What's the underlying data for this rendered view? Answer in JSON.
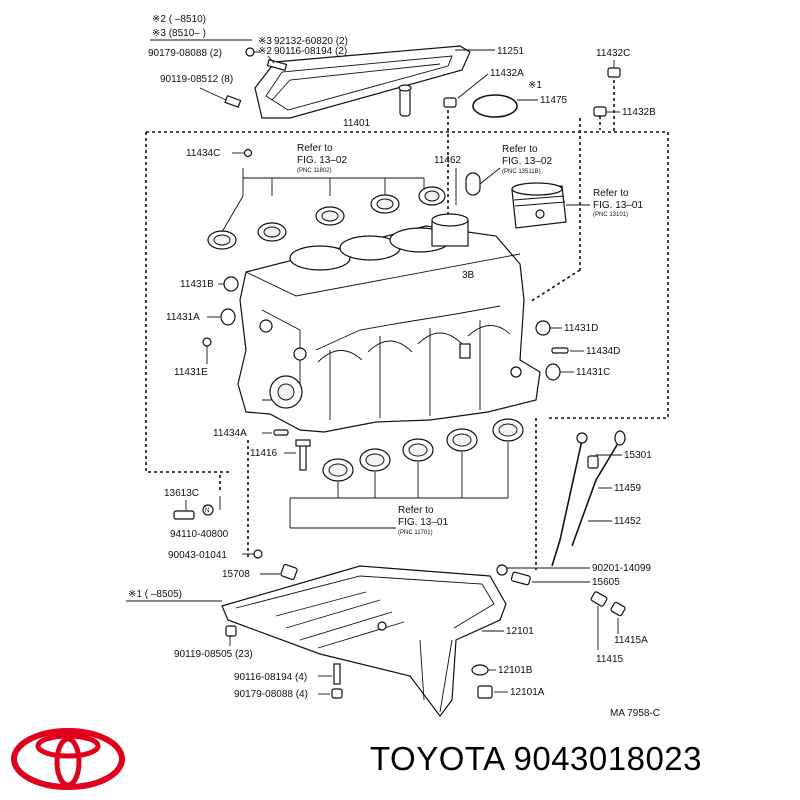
{
  "footer": {
    "brand": "TOYOTA",
    "part_number": "9043018023"
  },
  "notes": {
    "n2_range": "※2 (        –8510)",
    "n3_range": "※3 (8510–        )",
    "n1_range": "※1 (        –8505)",
    "n1_mark": "※1",
    "n2_mark": "※2",
    "n3_mark": "※3"
  },
  "labels": {
    "p92132_60820": "92132-60820 (2)",
    "p90116_08194_2": "90116-08194 (2)",
    "p90179_08088_2": "90179-08088 (2)",
    "p90119_08512": "90119-08512 (8)",
    "p11251": "11251",
    "p11432C": "11432C",
    "p11432A": "11432A",
    "p11475": "11475",
    "p11432B": "11432B",
    "p11401": "11401",
    "p11434C": "11434C",
    "p11462": "11462",
    "p11431B": "11431B",
    "p11431A": "11431A",
    "p11431E": "11431E",
    "p11431D": "11431D",
    "p11434D": "11434D",
    "p11431C": "11431C",
    "p11434A": "11434A",
    "p11416": "11416",
    "p15301": "15301",
    "p11459": "11459",
    "p11452": "11452",
    "p13613C": "13613C",
    "p94110_40800": "94110-40800",
    "p90043_01041": "90043-01041",
    "p15708": "15708",
    "p90201_14099": "90201-14099",
    "p15605": "15605",
    "p12101": "12101",
    "p90119_08505": "90119-08505 (23)",
    "p11415A": "11415A",
    "p11415": "11415",
    "p90116_08194_4": "90116-08194 (4)",
    "p12101B": "12101B",
    "p90179_08088_4": "90179-08088 (4)",
    "p12101A": "12101A",
    "engine_mark": "3B",
    "drawing_code": "MA  7958-C"
  },
  "refs": {
    "r1": {
      "line1": "Refer to",
      "line2": "FIG. 13–02",
      "line3": "(PNC 11802)"
    },
    "r2": {
      "line1": "Refer to",
      "line2": "FIG. 13–02",
      "line3": "(PNC 13511B)"
    },
    "r3": {
      "line1": "Refer to",
      "line2": "FIG. 13–01",
      "line3": "(PNC 13101)"
    },
    "r4": {
      "line1": "Refer to",
      "line2": "FIG. 13–01",
      "line3": "(PNC 11701)"
    }
  },
  "colors": {
    "brand_red": "#e0001b",
    "ink": "#111111"
  }
}
